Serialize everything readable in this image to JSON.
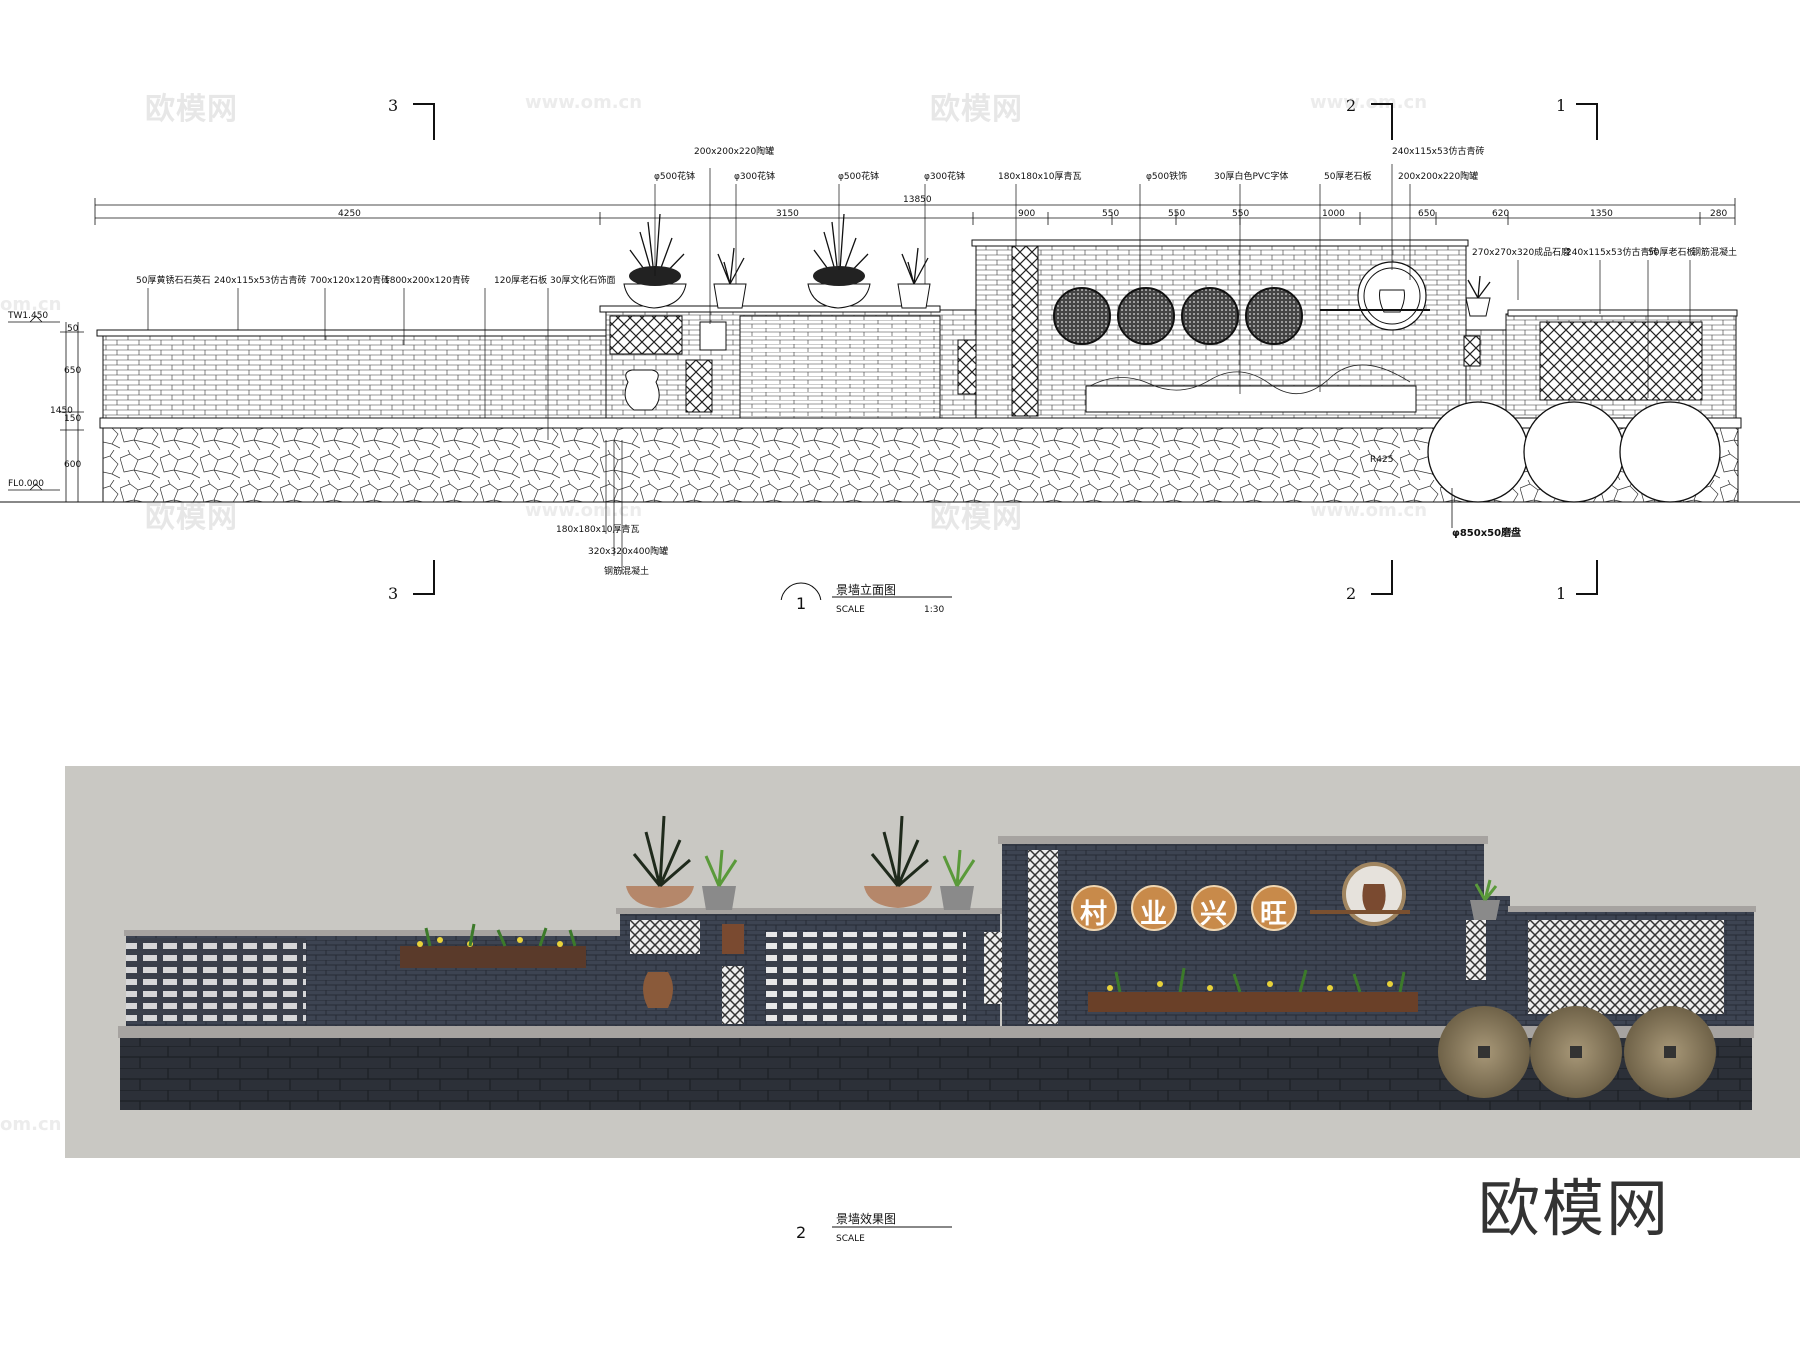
{
  "watermarks": {
    "brand": "欧模网",
    "url": "www.om.cn",
    "edge": "om.cn"
  },
  "elevation": {
    "title": "景墙立面图",
    "number": "1",
    "scale_label": "SCALE",
    "scale_value": "1:30",
    "sections": {
      "s1": "1",
      "s2": "2",
      "s3": "3"
    },
    "dims_top": {
      "total": "13850",
      "d1": "4250",
      "d2": "3150",
      "d3": "900",
      "d4": "550",
      "d5": "550",
      "d6": "550",
      "d7": "1000",
      "d8": "650",
      "d9": "620",
      "d10": "1350",
      "d11": "280"
    },
    "dims_left": {
      "tw": "TW1.450",
      "fl": "FL0.000",
      "v1": "50",
      "v2": "650",
      "v3": "150",
      "v4": "1450",
      "v5": "600"
    },
    "labels_top": {
      "a1": "φ500花钵",
      "a2": "200x200x220陶罐",
      "a3": "φ300花钵",
      "a4": "φ500花钵",
      "a5": "φ300花钵",
      "a6": "180x180x10厚青瓦",
      "a7": "φ500铁饰",
      "a8": "30厚白色PVC字体",
      "a9": "50厚老石板",
      "a10": "240x115x53仿古青砖",
      "a11": "200x200x220陶罐",
      "b1": "50厚黄锈石石英石",
      "b2": "240x115x53仿古青砖",
      "b3": "700x120x120青砖",
      "b4": "1800x200x120青砖",
      "b5": "120厚老石板",
      "b6": "30厚文化石饰面",
      "b7": "270x270x320成品石磨",
      "b8": "240x115x53仿古青砖",
      "b9": "50厚老石板",
      "b10": "钢筋混凝土"
    },
    "labels_bottom": {
      "c1": "180x180x10厚青瓦",
      "c2": "320x320x400陶罐",
      "c3": "钢筋混凝土",
      "c4": "φ850x50磨盘"
    },
    "radius": "R425"
  },
  "render": {
    "title": "景墙效果图",
    "number": "2",
    "scale_label": "SCALE",
    "sign_chars": [
      "村",
      "业",
      "兴",
      "旺"
    ]
  },
  "colors": {
    "line": "#111111",
    "render_bg": "#c9c8c3",
    "brick": "#3d4452",
    "stone": "#2c3038",
    "coping": "#a6a3a0",
    "sign": "#c88a4a",
    "millstone": "#8c7a5c"
  }
}
